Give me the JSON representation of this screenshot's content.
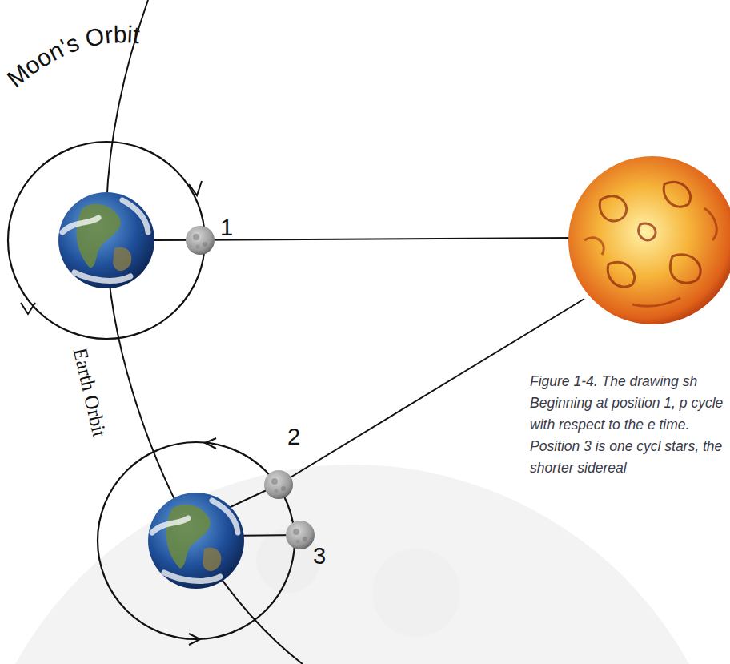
{
  "diagram": {
    "caption": "Figure 1-4. The drawing sh Beginning at position 1, p cycle with respect to the e time. Position 3 is one cycl stars, the shorter sidereal",
    "labels": [
      "Moon's Orbit",
      "Earth Orbit",
      "1",
      "2",
      "3"
    ]
  }
}
